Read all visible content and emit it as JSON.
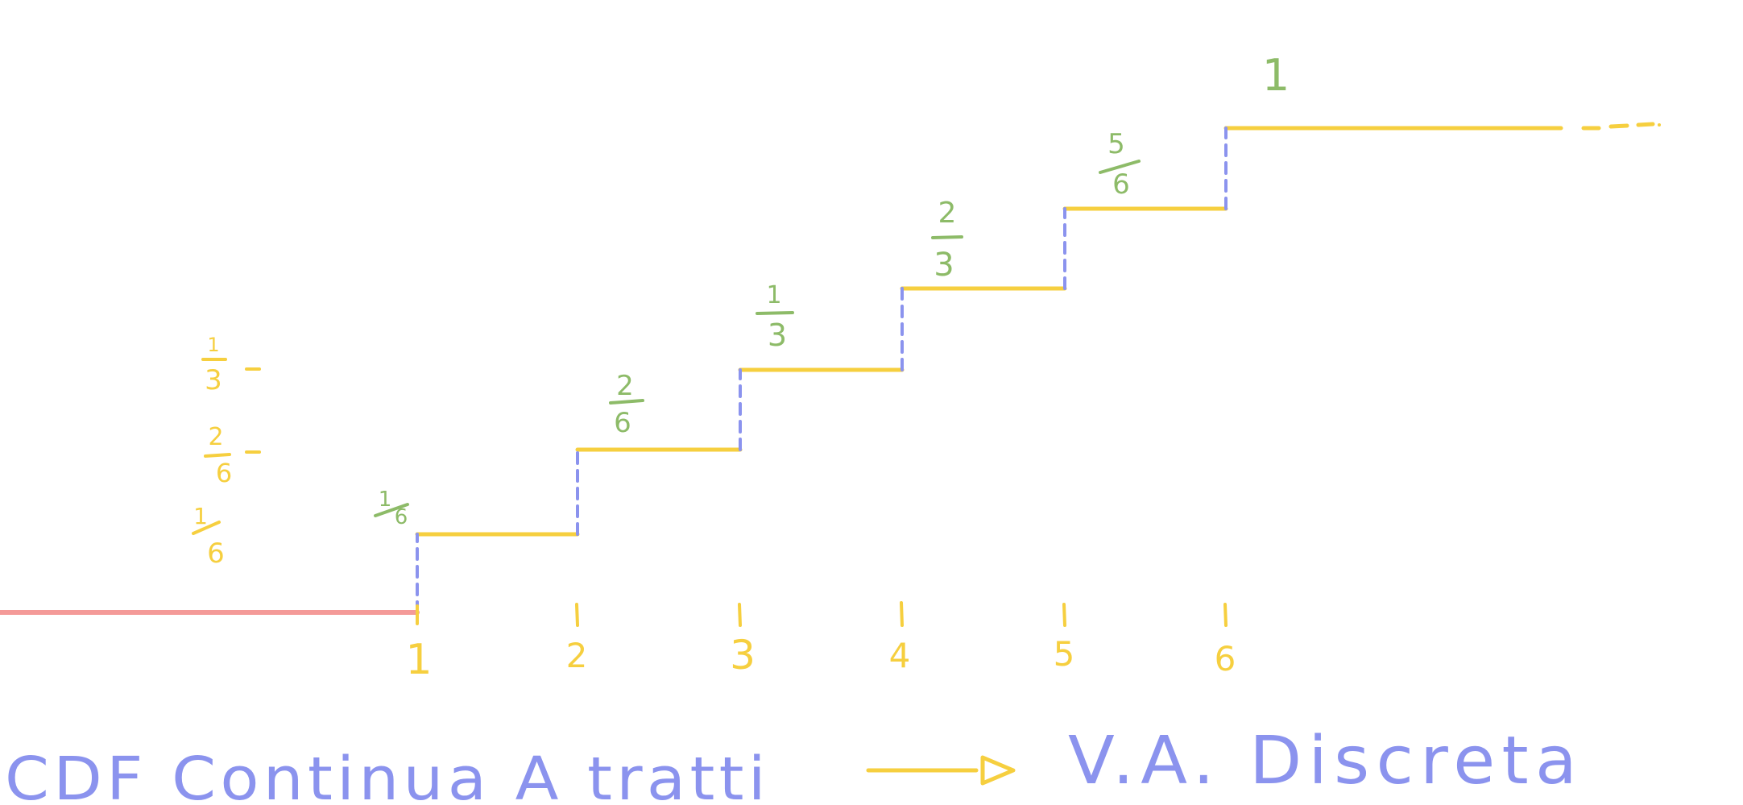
{
  "caption": {
    "left": "CDF Continua A tratti",
    "arrow": "arrow-icon",
    "right": "V.A. Discreta"
  },
  "x_ticks": [
    "1",
    "2",
    "3",
    "4",
    "5",
    "6"
  ],
  "step_labels": [
    {
      "num": "1",
      "den": "6"
    },
    {
      "num": "2",
      "den": "6"
    },
    {
      "num": "1",
      "den": "3"
    },
    {
      "num": "2",
      "den": "3"
    },
    {
      "num": "5",
      "den": "6"
    },
    {
      "num": "1",
      "den": ""
    }
  ],
  "left_labels": [
    {
      "num": "1",
      "den": "3"
    },
    {
      "num": "2",
      "den": "6"
    },
    {
      "num": "1",
      "den": "6"
    }
  ],
  "colors": {
    "yellow": "#f6cf3f",
    "green": "#8dbb68",
    "blue": "#8b93ee",
    "red": "#f49a98"
  }
}
